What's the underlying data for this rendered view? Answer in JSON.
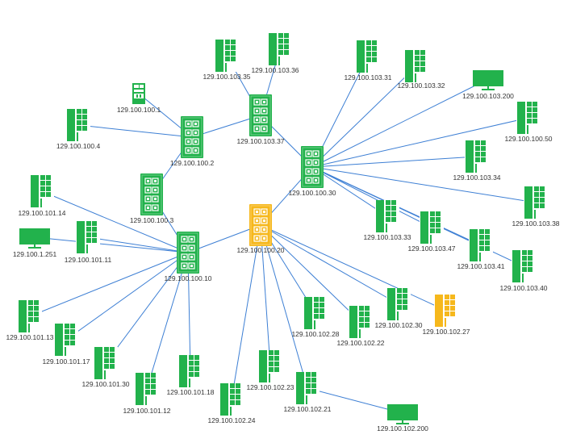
{
  "colors": {
    "normal": "#22b24c",
    "warning": "#f6b81c",
    "link": "#3d7fd4",
    "label": "#333333"
  },
  "nodes": [
    {
      "id": "129.100.100.1",
      "label": "129.100.100.1",
      "icon": "firewall-icon",
      "status": "normal"
    },
    {
      "id": "129.100.100.2",
      "label": "129.100.100.2",
      "icon": "switch-icon",
      "status": "normal"
    },
    {
      "id": "129.100.100.3",
      "label": "129.100.100.3",
      "icon": "switch-icon",
      "status": "normal"
    },
    {
      "id": "129.100.100.4",
      "label": "129.100.100.4",
      "icon": "server-icon",
      "status": "normal"
    },
    {
      "id": "129.100.100.10",
      "label": "129.100.100.10",
      "icon": "switch-icon",
      "status": "normal"
    },
    {
      "id": "129.100.100.20",
      "label": "129.100.100.20",
      "icon": "switch-icon",
      "status": "warning"
    },
    {
      "id": "129.100.100.30",
      "label": "129.100.100.30",
      "icon": "switch-icon",
      "status": "normal"
    },
    {
      "id": "129.100.103.37",
      "label": "129.100.103.37",
      "icon": "switch-icon",
      "status": "normal"
    },
    {
      "id": "129.100.103.35",
      "label": "129.100.103.35",
      "icon": "server-icon",
      "status": "normal"
    },
    {
      "id": "129.100.103.36",
      "label": "129.100.103.36",
      "icon": "server-icon",
      "status": "normal"
    },
    {
      "id": "129.100.103.31",
      "label": "129.100.103.31",
      "icon": "server-icon",
      "status": "normal"
    },
    {
      "id": "129.100.103.32",
      "label": "129.100.103.32",
      "icon": "server-icon",
      "status": "normal"
    },
    {
      "id": "129.100.103.200",
      "label": "129.100.103.200",
      "icon": "monitor-icon",
      "status": "normal"
    },
    {
      "id": "129.100.100.50",
      "label": "129.100.100.50",
      "icon": "server-icon",
      "status": "normal"
    },
    {
      "id": "129.100.103.34",
      "label": "129.100.103.34",
      "icon": "server-icon",
      "status": "normal"
    },
    {
      "id": "129.100.103.38",
      "label": "129.100.103.38",
      "icon": "server-icon",
      "status": "normal"
    },
    {
      "id": "129.100.103.33",
      "label": "129.100.103.33",
      "icon": "server-icon",
      "status": "normal"
    },
    {
      "id": "129.100.103.47",
      "label": "129.100.103.47",
      "icon": "server-icon",
      "status": "normal"
    },
    {
      "id": "129.100.103.41",
      "label": "129.100.103.41",
      "icon": "server-icon",
      "status": "normal"
    },
    {
      "id": "129.100.103.40",
      "label": "129.100.103.40",
      "icon": "server-icon",
      "status": "normal"
    },
    {
      "id": "129.100.101.14",
      "label": "129.100.101.14",
      "icon": "server-icon",
      "status": "normal"
    },
    {
      "id": "129.100.1.251",
      "label": "129.100.1.251",
      "icon": "monitor-icon",
      "status": "normal"
    },
    {
      "id": "129.100.101.11",
      "label": "129.100.101.11",
      "icon": "server-icon",
      "status": "normal"
    },
    {
      "id": "129.100.101.13",
      "label": "129.100.101.13",
      "icon": "server-icon",
      "status": "normal"
    },
    {
      "id": "129.100.101.17",
      "label": "129.100.101.17",
      "icon": "server-icon",
      "status": "normal"
    },
    {
      "id": "129.100.101.30",
      "label": "129.100.101.30",
      "icon": "server-icon",
      "status": "normal"
    },
    {
      "id": "129.100.101.12",
      "label": "129.100.101.12",
      "icon": "server-icon",
      "status": "normal"
    },
    {
      "id": "129.100.101.18",
      "label": "129.100.101.18",
      "icon": "server-icon",
      "status": "normal"
    },
    {
      "id": "129.100.102.28",
      "label": "129.100.102.28",
      "icon": "server-icon",
      "status": "normal"
    },
    {
      "id": "129.100.102.22",
      "label": "129.100.102.22",
      "icon": "server-icon",
      "status": "normal"
    },
    {
      "id": "129.100.102.30",
      "label": "129.100.102.30",
      "icon": "server-icon",
      "status": "normal"
    },
    {
      "id": "129.100.102.27",
      "label": "129.100.102.27",
      "icon": "server-icon",
      "status": "warning"
    },
    {
      "id": "129.100.102.23",
      "label": "129.100.102.23",
      "icon": "server-icon",
      "status": "normal"
    },
    {
      "id": "129.100.102.21",
      "label": "129.100.102.21",
      "icon": "server-icon",
      "status": "normal"
    },
    {
      "id": "129.100.102.24",
      "label": "129.100.102.24",
      "icon": "server-icon",
      "status": "normal"
    },
    {
      "id": "129.100.102.200",
      "label": "129.100.102.200",
      "icon": "monitor-icon",
      "status": "normal"
    }
  ],
  "links": [
    [
      "129.100.100.1",
      "129.100.100.2"
    ],
    [
      "129.100.100.4",
      "129.100.100.2"
    ],
    [
      "129.100.100.2",
      "129.100.100.3"
    ],
    [
      "129.100.100.2",
      "129.100.103.37"
    ],
    [
      "129.100.103.35",
      "129.100.103.37"
    ],
    [
      "129.100.103.36",
      "129.100.103.37"
    ],
    [
      "129.100.103.37",
      "129.100.100.30"
    ],
    [
      "129.100.100.3",
      "129.100.100.10"
    ],
    [
      "129.100.100.10",
      "129.100.100.20"
    ],
    [
      "129.100.100.20",
      "129.100.100.30"
    ],
    [
      "129.100.100.30",
      "129.100.103.31"
    ],
    [
      "129.100.100.30",
      "129.100.103.32"
    ],
    [
      "129.100.100.30",
      "129.100.103.200"
    ],
    [
      "129.100.100.30",
      "129.100.100.50"
    ],
    [
      "129.100.100.30",
      "129.100.103.34"
    ],
    [
      "129.100.100.30",
      "129.100.103.38"
    ],
    [
      "129.100.100.30",
      "129.100.103.33"
    ],
    [
      "129.100.100.30",
      "129.100.103.47"
    ],
    [
      "129.100.100.30",
      "129.100.103.41"
    ],
    [
      "129.100.100.30",
      "129.100.103.40"
    ],
    [
      "129.100.101.14",
      "129.100.100.10"
    ],
    [
      "129.100.1.251",
      "129.100.100.10"
    ],
    [
      "129.100.101.11",
      "129.100.100.10"
    ],
    [
      "129.100.101.13",
      "129.100.100.10"
    ],
    [
      "129.100.101.17",
      "129.100.100.10"
    ],
    [
      "129.100.101.30",
      "129.100.100.10"
    ],
    [
      "129.100.101.12",
      "129.100.100.10"
    ],
    [
      "129.100.101.18",
      "129.100.100.10"
    ],
    [
      "129.100.100.20",
      "129.100.102.28"
    ],
    [
      "129.100.100.20",
      "129.100.102.22"
    ],
    [
      "129.100.100.20",
      "129.100.102.30"
    ],
    [
      "129.100.100.20",
      "129.100.102.27"
    ],
    [
      "129.100.100.20",
      "129.100.102.23"
    ],
    [
      "129.100.100.20",
      "129.100.102.21"
    ],
    [
      "129.100.100.20",
      "129.100.102.24"
    ],
    [
      "129.100.102.21",
      "129.100.102.200"
    ]
  ]
}
